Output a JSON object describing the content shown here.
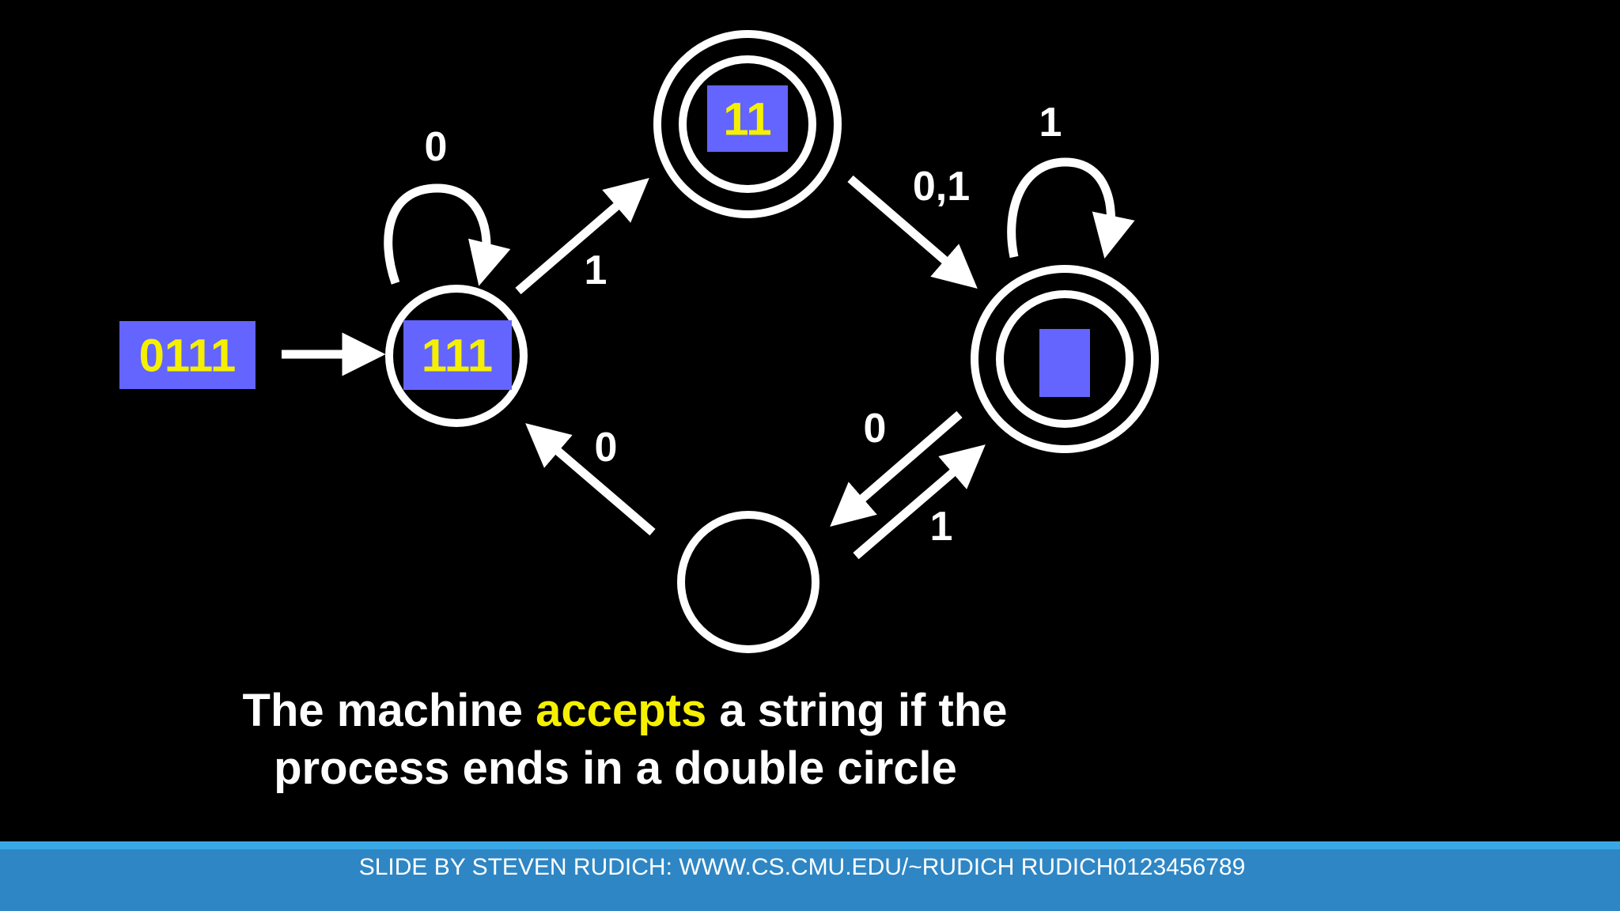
{
  "input": {
    "remaining": "0111"
  },
  "states": {
    "start": {
      "tape": "111"
    },
    "top": {
      "tape": "11"
    },
    "right": {
      "tape": ""
    },
    "bottom": {
      "tape": ""
    }
  },
  "transitions": {
    "start_self": "0",
    "start_to_top": "1",
    "top_to_right": "0,1",
    "right_self": "1",
    "right_to_bottom": "0",
    "bottom_to_right": "1",
    "bottom_to_start": "0"
  },
  "caption": {
    "line1_a": "The machine ",
    "line1_highlight": "accepts",
    "line1_b": " a string if the",
    "line2": "process ends in a double circle"
  },
  "footer": {
    "credit": "SLIDE BY STEVEN RUDICH: WWW.CS.CMU.EDU/~RUDICH RUDICH0123456789"
  },
  "colors": {
    "box": "#6464ff",
    "symbol": "#f5f000",
    "stroke": "#ffffff",
    "footer": "#2e86c4"
  }
}
